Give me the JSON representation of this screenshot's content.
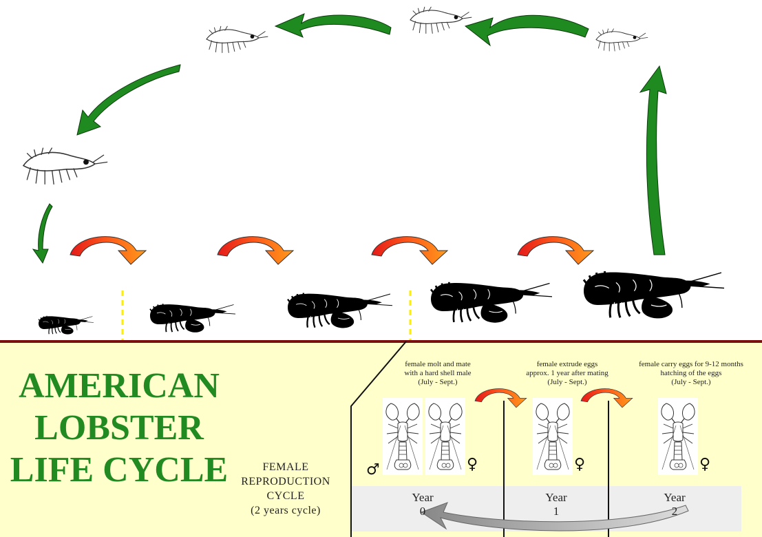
{
  "title_lines": [
    "AMERICAN",
    "LOBSTER",
    "LIFE CYCLE"
  ],
  "cycle_label_lines": [
    "FEMALE",
    "REPRODUCTION",
    "CYCLE",
    "(2 years cycle)"
  ],
  "captions": [
    {
      "lines": [
        "female molt and mate",
        "with a hard shell male",
        "(July - Sept.)"
      ]
    },
    {
      "lines": [
        "female extrude eggs",
        "approx. 1 year after mating",
        "(July - Sept.)"
      ]
    },
    {
      "lines": [
        "female carry eggs for 9-12 months",
        "hatching of the eggs",
        "(July - Sept.)"
      ]
    }
  ],
  "years": [
    {
      "label": "Year",
      "number": "0"
    },
    {
      "label": "Year",
      "number": "1"
    },
    {
      "label": "Year",
      "number": "2"
    }
  ],
  "symbols": {
    "male": "♂",
    "female": "♀"
  },
  "colors": {
    "title_green": "#218a21",
    "larva_arrow_green": "#1f8a1f",
    "molt_arrow_red": "#e41a1a",
    "molt_arrow_orange": "#ff8c1a",
    "ground_line": "#7a1010",
    "panel_background": "#ffffcc",
    "year_band": "#eeeeee",
    "stage_divider": "#ffee00"
  }
}
